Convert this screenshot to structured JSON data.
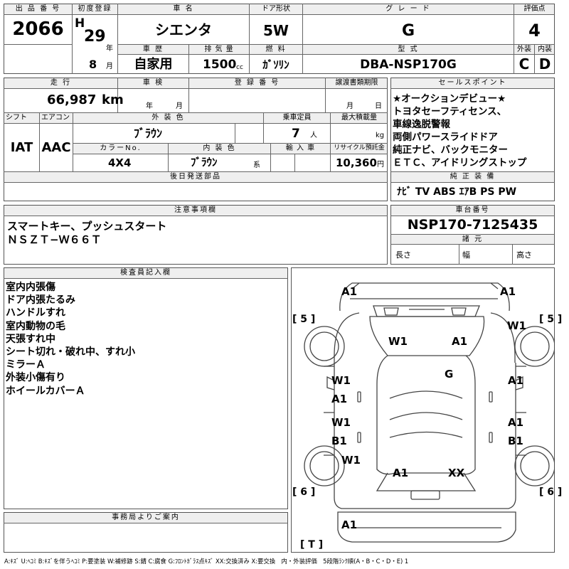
{
  "headers": {
    "lot_number": "出 品 番 号",
    "first_reg": "初度登録",
    "car_name": "車 名",
    "door_type": "ドア形状",
    "grade": "グ レ ー ド",
    "score": "評価点",
    "history": "車 歴",
    "displacement": "排 気 量",
    "fuel": "燃 料",
    "model_code": "型 式",
    "exterior": "外装",
    "interior": "内装",
    "mileage": "走 行",
    "inspection": "車 検",
    "registration_no": "登 録 番 号",
    "transfer_deadline": "譲渡書類期限",
    "sales_points": "セールスポイント",
    "shift": "シフト",
    "aircon": "エアコン",
    "exterior_color": "外 装 色",
    "capacity": "乗車定員",
    "max_load": "最大積載量",
    "color_no": "カラーNo.",
    "interior_color": "内 装 色",
    "import": "輸 入 車",
    "recycle": "リサイクル預託金",
    "later_parts": "後日発送部品",
    "genuine_equipment": "純 正 装 備",
    "notes": "注意事項欄",
    "chassis_no": "車台番号",
    "specs": "諸 元",
    "inspector_notes": "検査員記入欄",
    "office_notes": "事務局よりご案内"
  },
  "vehicle": {
    "lot_number": "2066",
    "era": "H",
    "year": "29",
    "year_unit": "年",
    "month": "8",
    "month_unit": "月",
    "car_name": "シエンタ",
    "door_type": "5W",
    "grade": "G",
    "score": "4",
    "history": "自家用",
    "displacement": "1500",
    "displacement_unit": "cc",
    "fuel": "ｶﾞｿﾘﾝ",
    "model_code": "DBA-NSP170G",
    "exterior_score": "C",
    "interior_score": "D",
    "mileage": "66,987",
    "mileage_unit": "km",
    "inspection_year_unit": "年",
    "inspection_month_unit": "月",
    "transfer_month_unit": "月",
    "transfer_day_unit": "日",
    "shift": "IAT",
    "aircon": "AAC",
    "exterior_color": "ﾌﾞﾗｳﾝ",
    "capacity": "7",
    "capacity_unit": "人",
    "max_load_unit": "kg",
    "color_no": "4X4",
    "interior_color": "ﾌﾞﾗｳﾝ",
    "interior_color_unit": "系",
    "recycle": "10,360",
    "recycle_unit": "円",
    "chassis_no": "NSP170-7125435",
    "spec_length": "長さ",
    "spec_width": "幅",
    "spec_height": "高さ"
  },
  "sales_points": [
    "★オークションデビュー★",
    "トヨタセーフティセンス、",
    "車線逸脱警報",
    "両側パワースライドドア",
    "純正ナビ、バックモニター",
    "ＥＴＣ、アイドリングストップ"
  ],
  "genuine_equipment": "ﾅﾋﾞ TV ABS ｴｱB PS PW",
  "notes": [
    "スマートキー、プッシュスタート",
    "ＮＳＺＴ−Ｗ６６Ｔ"
  ],
  "inspector_notes": [
    "室内内張傷",
    "ドア内張たるみ",
    "ハンドルすれ",
    "室内動物の毛",
    "天張すれ中",
    "シート切れ・破れ中、すれ小",
    "ミラーＡ",
    "外装小傷有り",
    "ホイールカバーＡ"
  ],
  "diagram": {
    "front_left": "A1",
    "front_right": "A1",
    "tire_fl": "[ 5 ]",
    "tire_fr": "[ 5 ]",
    "fender_r": "W1",
    "windshield_l": "W1",
    "windshield_r": "A1",
    "roof": "G",
    "door_fl_1": "W1",
    "door_fl_2": "A1",
    "door_fr": "A1",
    "door_rl_1": "W1",
    "door_rl_2": "B1",
    "door_rr_1": "A1",
    "door_rr_2": "B1",
    "rear_fender_l": "W1",
    "rear_l": "A1",
    "rear_r": "XX",
    "tire_rl": "[ 6 ]",
    "tire_rr": "[ 6 ]",
    "rear_bumper": "A1",
    "spare": "[ T ]"
  },
  "legend": "A:ｷｽﾞ U:ﾍｺﾐ B:ｷｽﾞを伴うﾍｺﾐ P:要塗装 W:補修跡 S:錆 C:腐食 G:ﾌﾛﾝﾄｶﾞﾗｽ点ｷｽﾞ XX:交換済み X:要交換　内・外装評価　5段階ﾗﾝｸ順(A・B・C・D・E) 1"
}
